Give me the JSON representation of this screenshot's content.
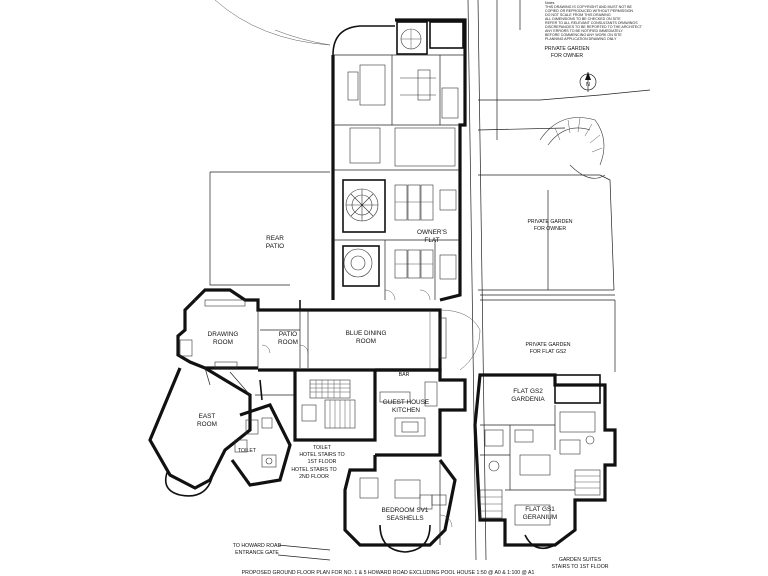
{
  "rooms": {
    "rear_patio": [
      "REAR",
      "PATIO"
    ],
    "owners_flat": [
      "OWNER'S",
      "FLAT"
    ],
    "private_garden_owner_top": [
      "PRIVATE GARDEN",
      "FOR OWNER"
    ],
    "private_garden_owner_mid": [
      "PRIVATE GARDEN",
      "FOR OWNER"
    ],
    "private_garden_gs2": [
      "PRIVATE GARDEN",
      "FOR FLAT GS2"
    ],
    "drawing_room": [
      "DRAWING",
      "ROOM"
    ],
    "patio_room": [
      "PATIO",
      "ROOM"
    ],
    "blue_dining_room": [
      "BLUE DINING",
      "ROOM"
    ],
    "bar": "BAR",
    "guest_house_kitchen": [
      "GUEST HOUSE",
      "KITCHEN"
    ],
    "flat_gs2": [
      "FLAT GS2",
      "GARDENIA"
    ],
    "east_room": [
      "EAST",
      "ROOM"
    ],
    "toilet_left": "TOILET",
    "toilet_hotel_stairs": [
      "TOILET",
      "HOTEL STAIRS TO",
      "1ST FLOOR"
    ],
    "hotel_stairs_2nd": [
      "HOTEL STAIRS TO",
      "2ND FLOOR"
    ],
    "bedroom_sv1": [
      "BEDROOM SV1",
      "SEASHELLS"
    ],
    "flat_gs1": [
      "FLAT GS1",
      "GERANIUM"
    ],
    "to_howard_road": [
      "TO HOWARD ROAD",
      "ENTRANCE GATE"
    ],
    "garden_suites": [
      "GARDEN SUITES",
      "STAIRS TO 1ST FLOOR"
    ]
  },
  "caption": "PROPOSED GROUND FLOOR PLAN FOR NO. 1 & 5 HOWARD ROAD EXCLUDING POOL HOUSE  1:50 @ A0 & 1:100 @ A1",
  "notes_title": "Notes",
  "notes_lines": [
    "THIS DRAWING IS COPYRIGHT AND MUST NOT BE",
    "COPIED OR REPRODUCED WITHOUT PERMISSION",
    "DO NOT SCALE FROM THIS DRAWING",
    "ALL DIMENSIONS TO BE CHECKED ON SITE",
    "REFER TO ALL RELEVANT CONSULTANTS DRAWINGS",
    "DISCREPANCIES TO BE REPORTED TO THE ARCHITECT",
    "ANY ERRORS TO BE NOTIFIED IMMEDIATELY",
    "BEFORE COMMENCING ANY WORK ON SITE",
    "PLANNING APPLICATION DRAWING ONLY"
  ],
  "north_label": "N",
  "colors": {
    "ink": "#111111",
    "paper": "#ffffff"
  }
}
